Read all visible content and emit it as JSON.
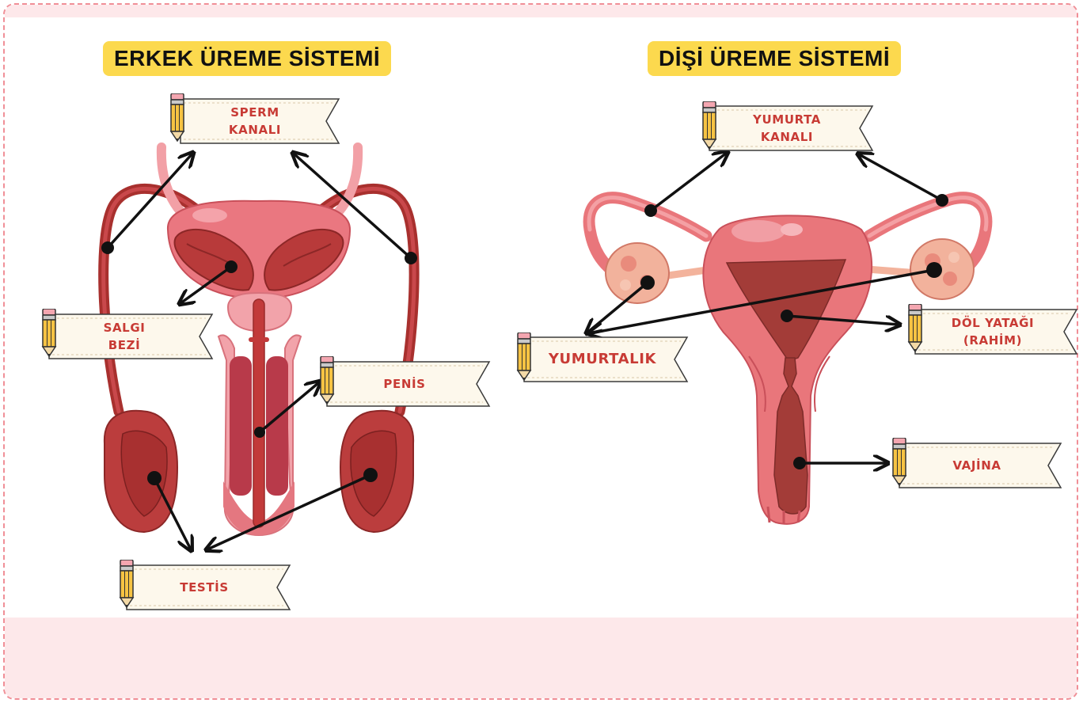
{
  "titles": {
    "male": "ERKEK ÜREME SİSTEMİ",
    "female": "DİŞİ ÜREME SİSTEMİ"
  },
  "male_labels": {
    "sperm_kanali": [
      "SPERM",
      "KANALI"
    ],
    "salgi_bezi": [
      "SALGI",
      "BEZİ"
    ],
    "penis": "PENİS",
    "testis": "TESTİS"
  },
  "female_labels": {
    "yumurta_kanali": [
      "YUMURTA",
      "KANALI"
    ],
    "yumurtalik": "YUMURTALIK",
    "dol_yatagi": [
      "DÖL YATAĞI",
      "(RAHİM)"
    ],
    "vajina": "VAJİNA"
  },
  "colors": {
    "border": "#f08f97",
    "band": "#fde8ea",
    "title_bg": "#fcd94e",
    "label_text": "#c83b35",
    "banner_fill": "#fdf8ec",
    "organ_dark": "#a8302e",
    "organ_pink": "#e9767b",
    "organ_light": "#f6a3a7"
  }
}
